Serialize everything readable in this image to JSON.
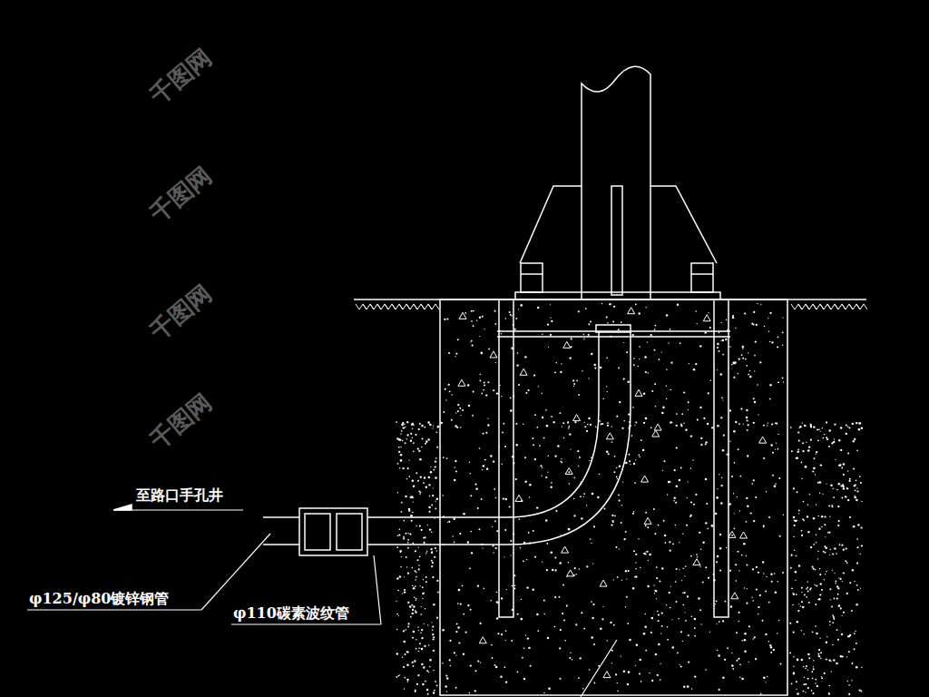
{
  "diagram": {
    "labels": [
      "至路口手孔井",
      "φ125/φ80镀锌钢管",
      "φ110碳素波纹管",
      "千图网",
      "千图网",
      "千图网",
      "千图网"
    ]
  }
}
